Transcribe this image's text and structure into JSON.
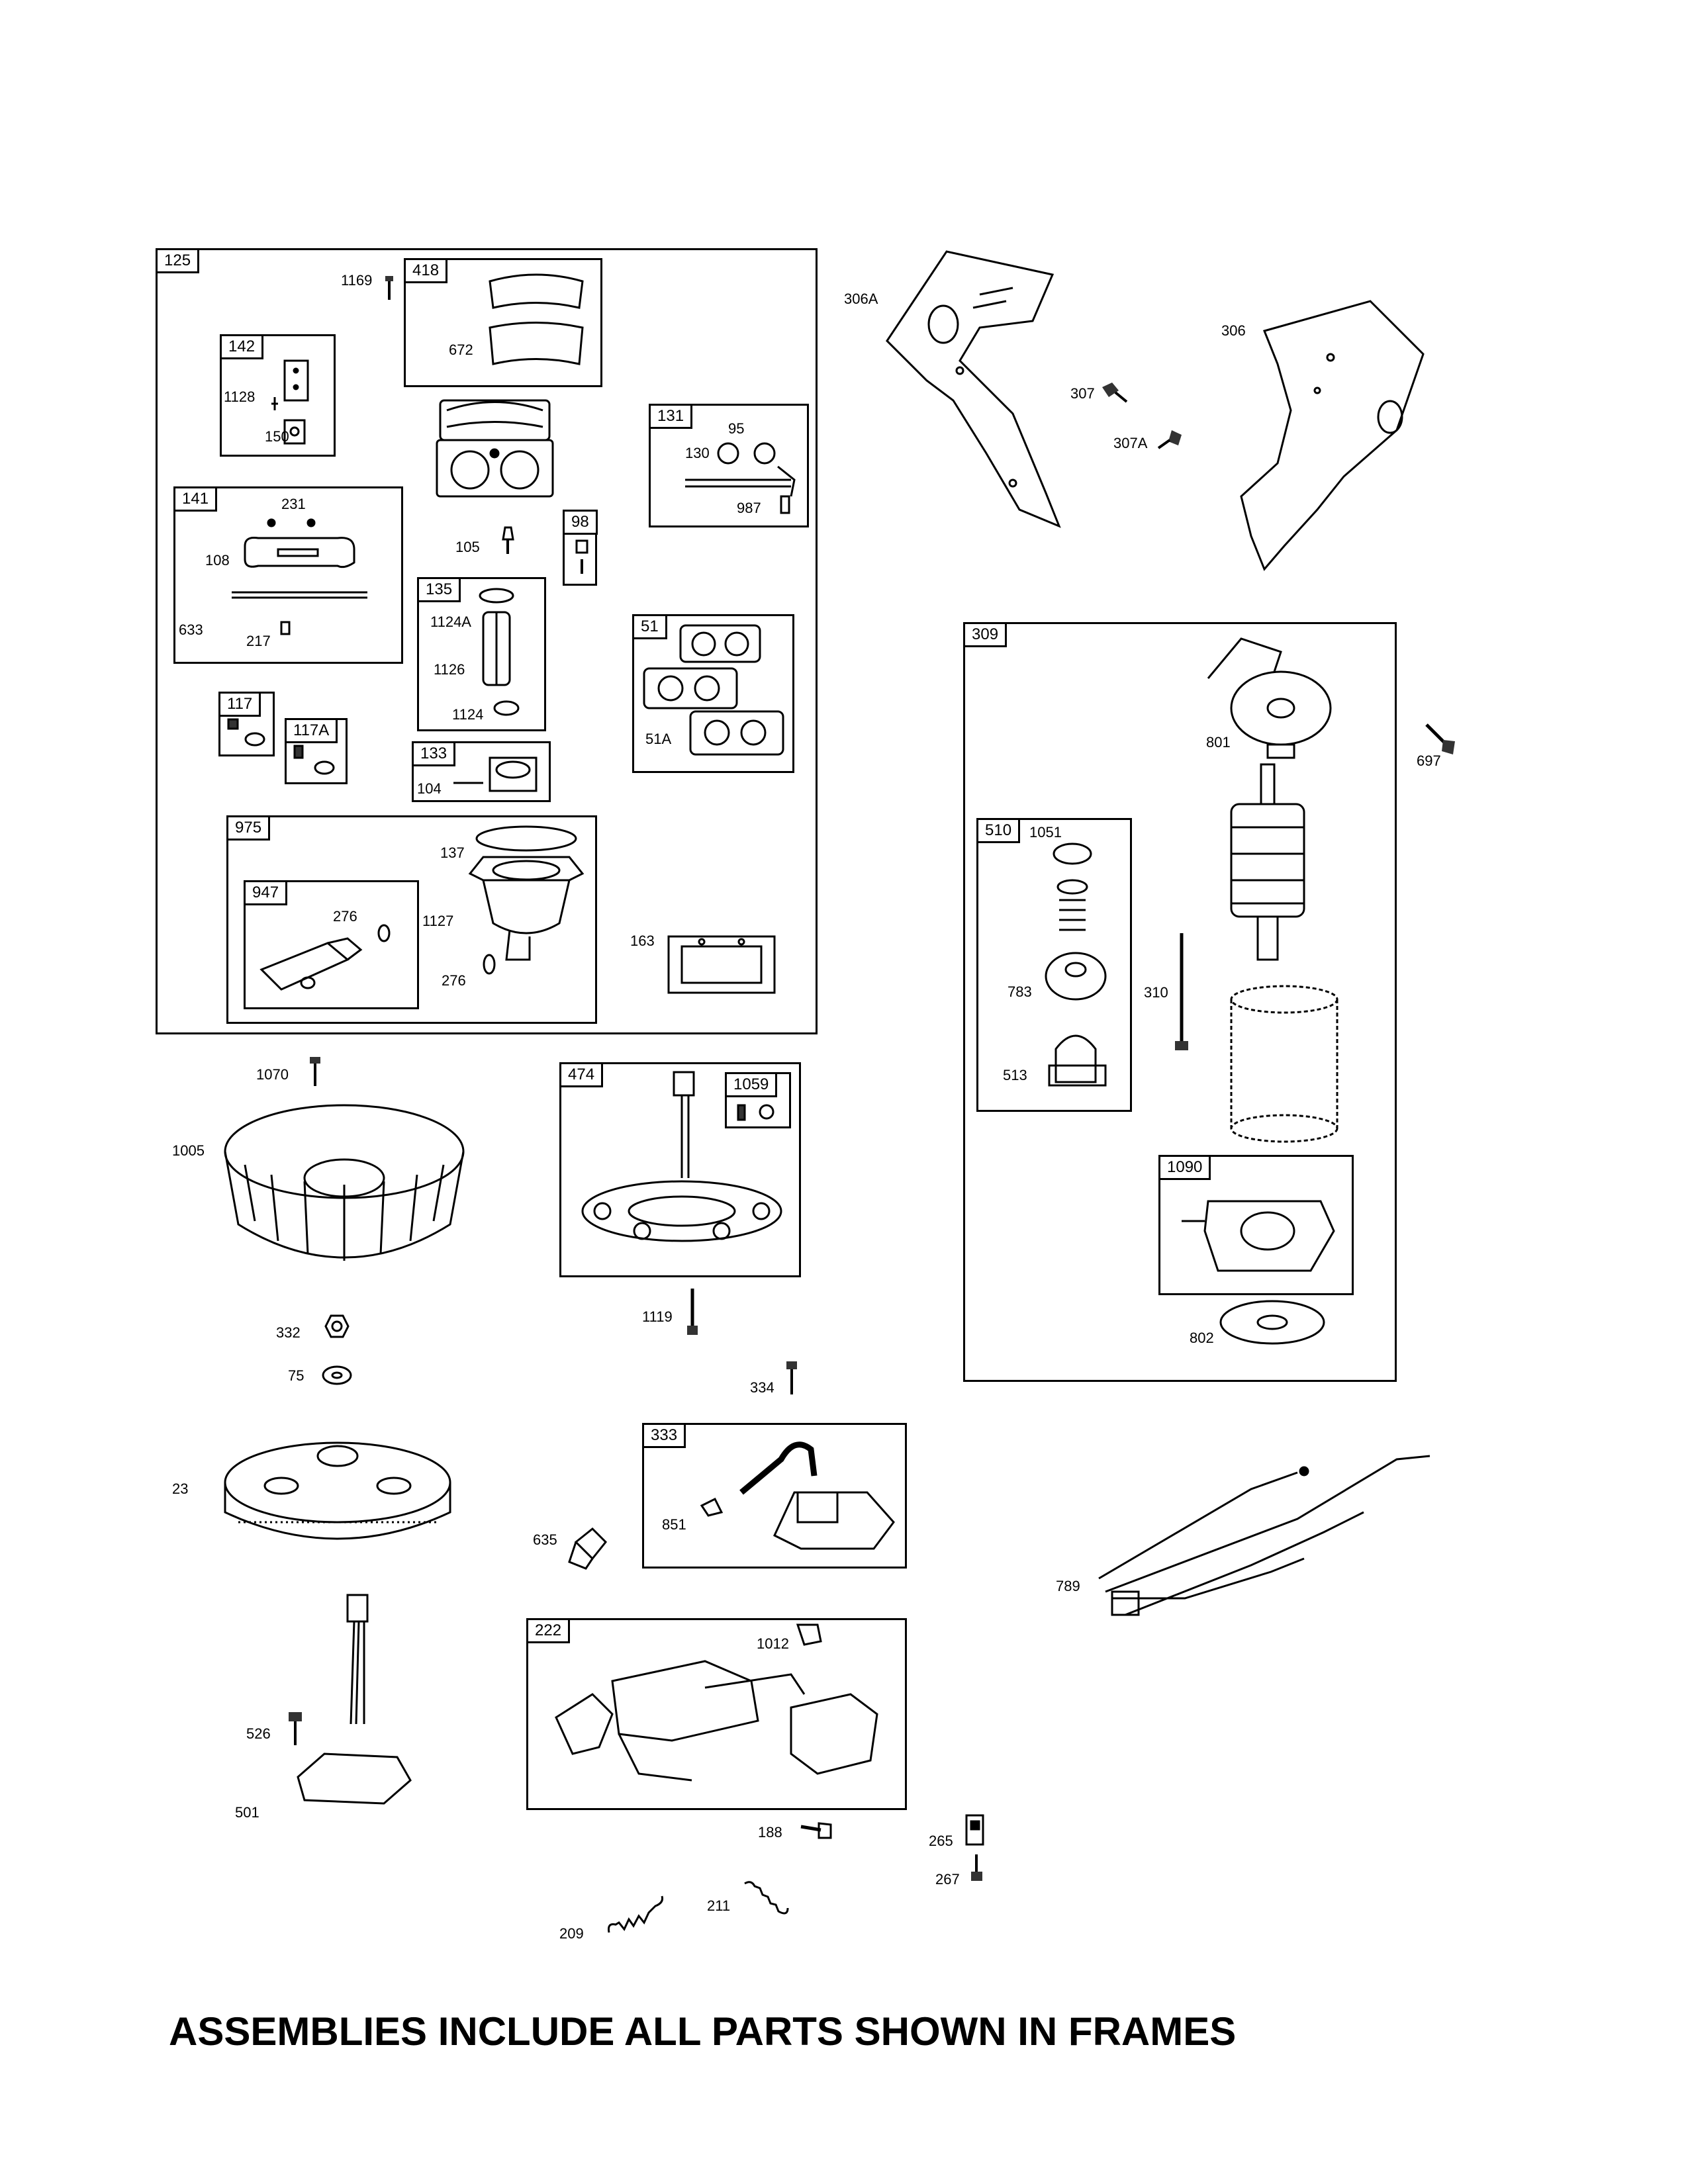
{
  "footer": "ASSEMBLIES INCLUDE ALL PARTS SHOWN IN FRAMES",
  "frames": {
    "f125": "125",
    "f418": "418",
    "f142": "142",
    "f131": "131",
    "f141": "141",
    "f98": "98",
    "f135": "135",
    "f51": "51",
    "f117": "117",
    "f117a": "117A",
    "f133": "133",
    "f975": "975",
    "f947": "947",
    "f309": "309",
    "f510": "510",
    "f1090": "1090",
    "f474": "474",
    "f1059": "1059",
    "f333": "333",
    "f222": "222"
  },
  "labels": {
    "p1169": "1169",
    "p672": "672",
    "p1128": "1128",
    "p150": "150",
    "p95": "95",
    "p130": "130",
    "p987": "987",
    "p231": "231",
    "p108": "108",
    "p633": "633",
    "p217": "217",
    "p105": "105",
    "p1124a": "1124A",
    "p1126": "1126",
    "p1124": "1124",
    "p51a": "51A",
    "p104": "104",
    "p137": "137",
    "p276a": "276",
    "p1127": "1127",
    "p276b": "276",
    "p163": "163",
    "p306a": "306A",
    "p306": "306",
    "p307": "307",
    "p307a": "307A",
    "p801": "801",
    "p697": "697",
    "p1051": "1051",
    "p783": "783",
    "p310": "310",
    "p513": "513",
    "p802": "802",
    "p1070": "1070",
    "p1005": "1005",
    "p332": "332",
    "p75": "75",
    "p23": "23",
    "p1119": "1119",
    "p334": "334",
    "p635": "635",
    "p851": "851",
    "p1012": "1012",
    "p789": "789",
    "p526": "526",
    "p501": "501",
    "p188": "188",
    "p265": "265",
    "p267": "267",
    "p209": "209",
    "p211": "211"
  }
}
